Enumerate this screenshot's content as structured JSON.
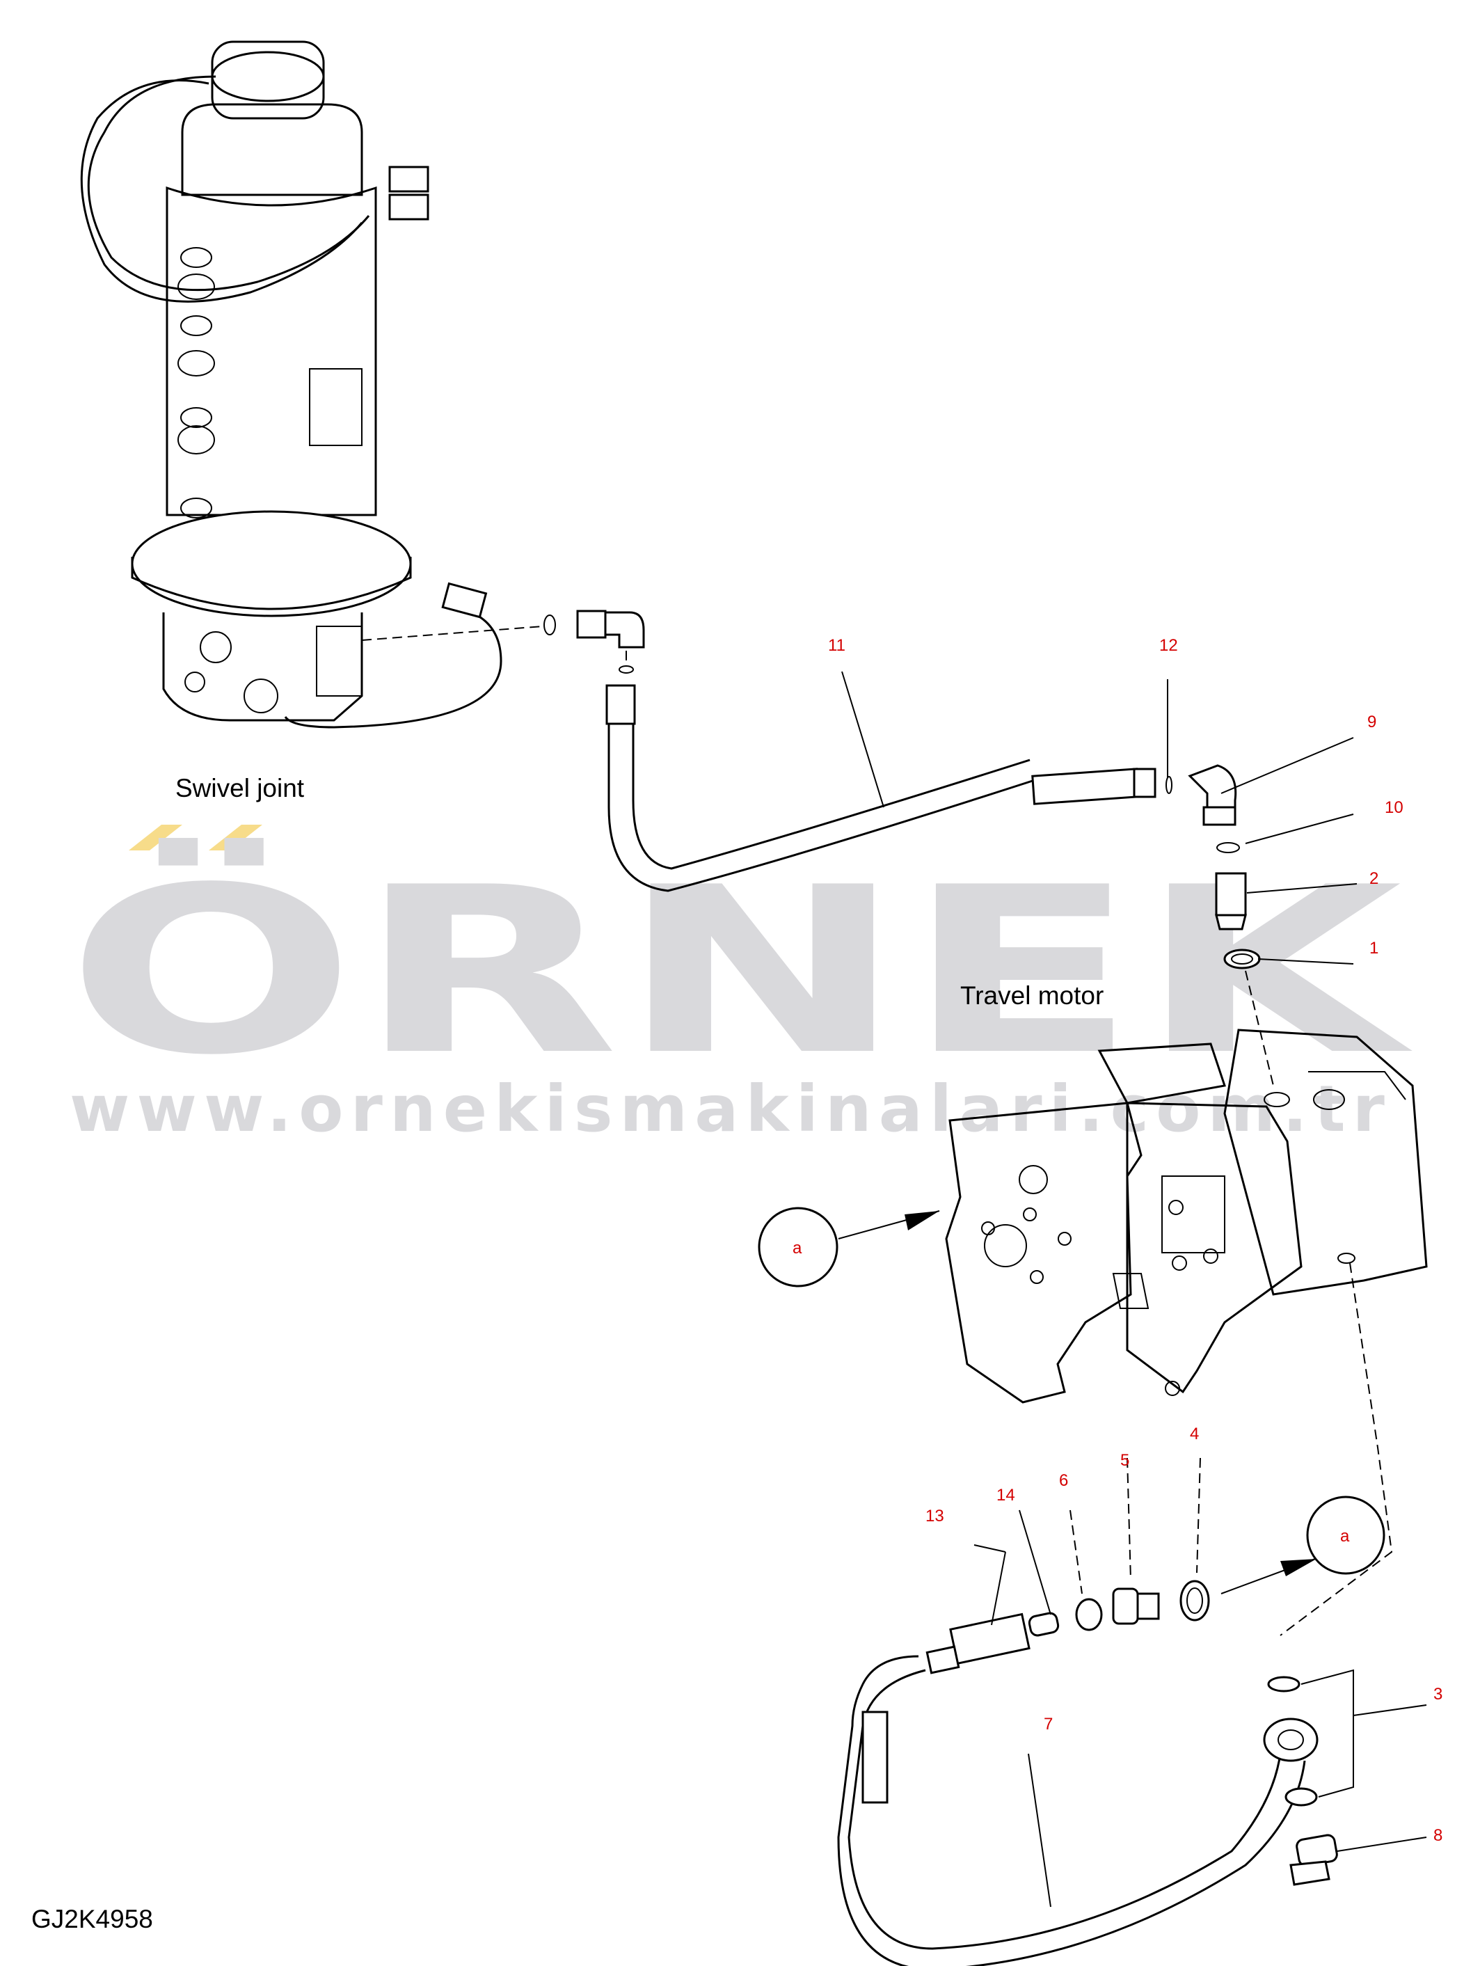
{
  "watermark": {
    "brand": "ÖRNEK",
    "url": "www.ornekismakinalari.com.tr"
  },
  "labels": {
    "swivel_joint": "Swivel joint",
    "travel_motor": "Travel motor",
    "drawing_code": "GJ2K4958"
  },
  "part_numbers": {
    "p1": "1",
    "p2": "2",
    "p3": "3",
    "p4": "4",
    "p5": "5",
    "p6": "6",
    "p7": "7",
    "p8": "8",
    "p9": "9",
    "p10": "10",
    "p11": "11",
    "p12": "12",
    "p13": "13",
    "p14": "14"
  },
  "callouts": {
    "a_upper": "a",
    "a_lower": "a"
  },
  "colors": {
    "part_number": "#d40000",
    "watermark": "#d9d9dc",
    "watermark_accent": "#f7dc8a"
  }
}
